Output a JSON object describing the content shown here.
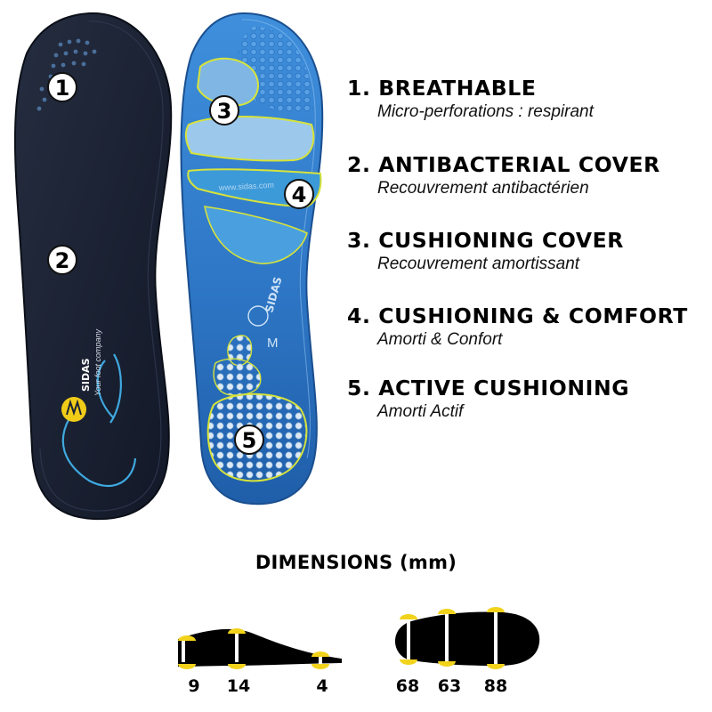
{
  "features": [
    {
      "number": "1",
      "title": "1. BREATHABLE",
      "subtitle": "Micro-perforations : respirant"
    },
    {
      "number": "2",
      "title": "2. ANTIBACTERIAL COVER",
      "subtitle": "Recouvrement antibactérien"
    },
    {
      "number": "3",
      "title": "3. CUSHIONING COVER",
      "subtitle": "Recouvrement amortissant"
    },
    {
      "number": "4",
      "title": "4. CUSHIONING & COMFORT",
      "subtitle": "Amorti & Confort"
    },
    {
      "number": "5",
      "title": "5. ACTIVE CUSHIONING",
      "subtitle": "Amorti Actif"
    }
  ],
  "brand": {
    "name": "SIDAS",
    "tagline": "Your foot company",
    "size_mark": "M",
    "url": "www.sidas.com"
  },
  "dimensions": {
    "title": "DIMENSIONS (mm)",
    "profile_values": [
      "9",
      "14",
      "4"
    ],
    "width_values": [
      "68",
      "63",
      "88"
    ]
  },
  "colors": {
    "top_cover": "#1b2233",
    "gel_blue": "#2f7fcf",
    "accent_cyan": "#3fa9e0",
    "marker_yellow": "#f2d31b"
  }
}
